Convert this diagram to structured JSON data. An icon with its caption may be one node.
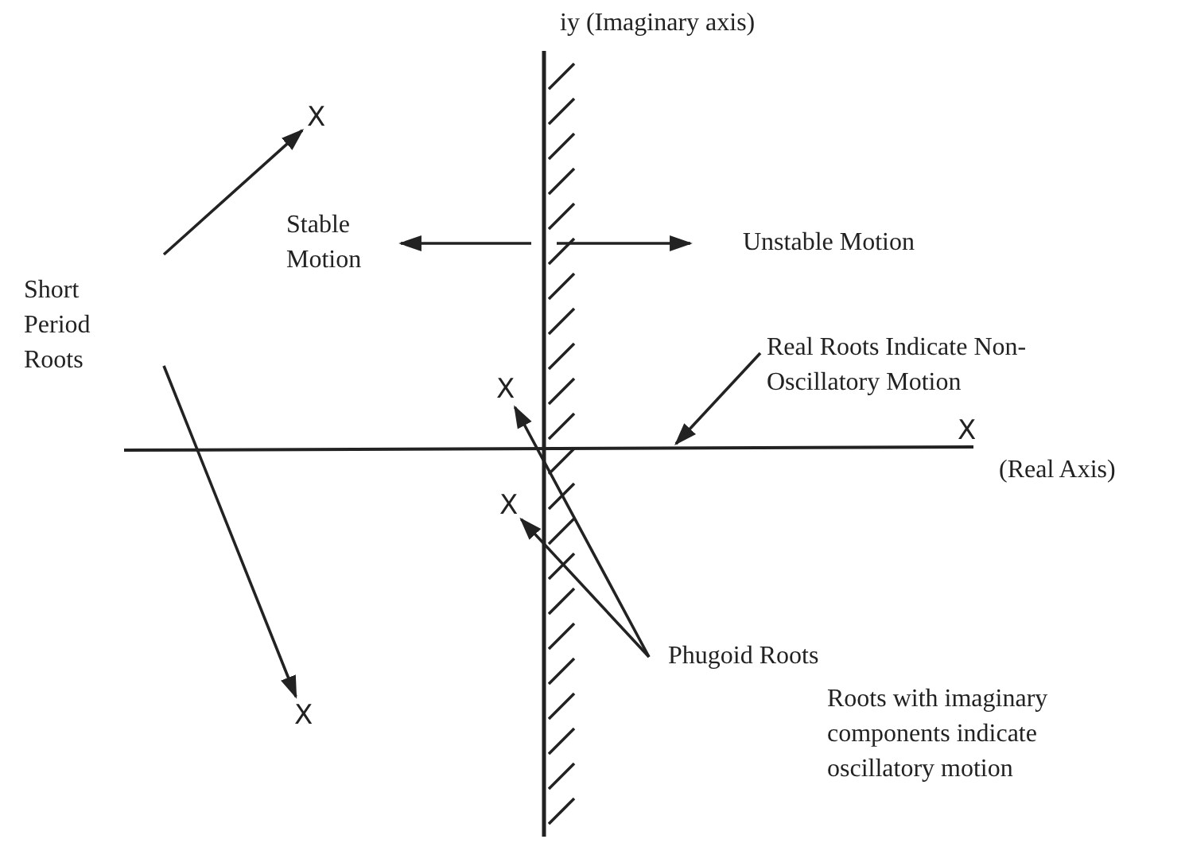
{
  "diagram": {
    "nodes": [
      {
        "text": [
          "Short Period Roots"
        ]
      },
      {
        "text": [
          "X"
        ]
      },
      {
        "text": [
          "X"
        ]
      },
      {
        "text": [
          "Stable Motion"
        ]
      },
      {
        "text": [
          "Unstable Motion"
        ]
      },
      {
        "text": [
          "Real Roots Indicate Non-Oscillatory Motion"
        ]
      },
      {
        "text": [
          "X"
        ]
      },
      {
        "text": [
          "X"
        ]
      },
      {
        "text": [
          "Phugoid Roots"
        ]
      }
    ],
    "edges": [
      {
        "from": 0,
        "to": 1,
        "arrow": "to"
      },
      {
        "from": 0,
        "to": 2,
        "arrow": "to"
      },
      {
        "from": 5,
        "to": null,
        "arrow": "to"
      },
      {
        "from": 8,
        "to": 6,
        "arrow": "to"
      },
      {
        "from": 8,
        "to": 7,
        "arrow": "to"
      }
    ],
    "labels": [
      "iy (Imaginary axis)",
      "X",
      "(Real Axis)",
      "Roots with imaginary components indicate oscillatory motion"
    ]
  }
}
